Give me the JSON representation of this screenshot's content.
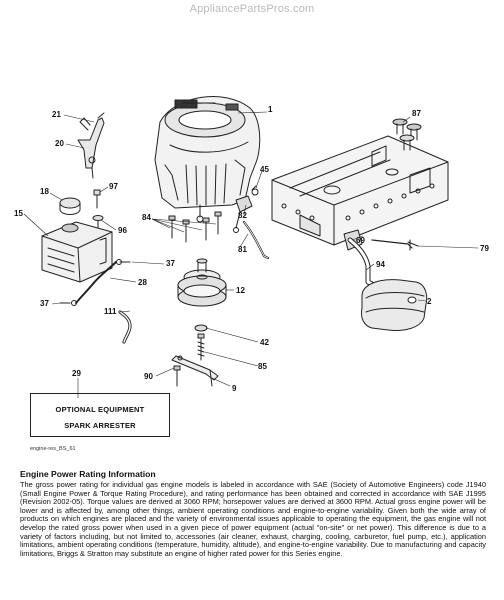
{
  "watermark": "AppliancePartsPros.com",
  "callouts": {
    "c1": "1",
    "c2": "2",
    "c9": "9",
    "c12": "12",
    "c15": "15",
    "c18": "18",
    "c20": "20",
    "c21": "21",
    "c28": "28",
    "c29": "29",
    "c37a": "37",
    "c37b": "37",
    "c42": "42",
    "c45": "45",
    "c69": "69",
    "c79": "79",
    "c81": "81",
    "c82": "82",
    "c84": "84",
    "c85": "85",
    "c87": "87",
    "c90": "90",
    "c94": "94",
    "c96": "96",
    "c97": "97",
    "c111": "111"
  },
  "optional_box": {
    "line1": "OPTIONAL EQUIPMENT",
    "line2": "SPARK ARRESTER"
  },
  "diagram_ref": "engine-res_BS_61",
  "info": {
    "title": "Engine Power Rating Information",
    "body": "The gross power rating for individual gas engine models is labeled in accordance with SAE (Society of Automotive Engineers) code J1940 (Small Engine Power & Torque Rating Procedure), and rating performance has been obtained and corrected in accordance with SAE J1995 (Revision 2002-05). Torque values are derived at 3060 RPM; horsepower values are derived at 3600 RPM. Actual gross engine power will be lower and is affected by, among other things, ambient operating conditions and engine-to-engine variability. Given both the wide array of products on which engines are placed and the variety of environmental issues applicable to operating the equipment, the gas engine will not develop the rated gross power when used in a given piece of power equipment (actual \"on-site\" or net power). This difference is due to a variety of factors including, but not limited to, accessories (air cleaner, exhaust, charging, cooling, carburetor, fuel pump, etc.), application limitations, ambient operating conditions (temperature, humidity, altitude), and engine-to-engine variability. Due to manufacturing and capacity limitations, Briggs & Stratton may substitute an engine of higher rated power for this Series engine."
  }
}
